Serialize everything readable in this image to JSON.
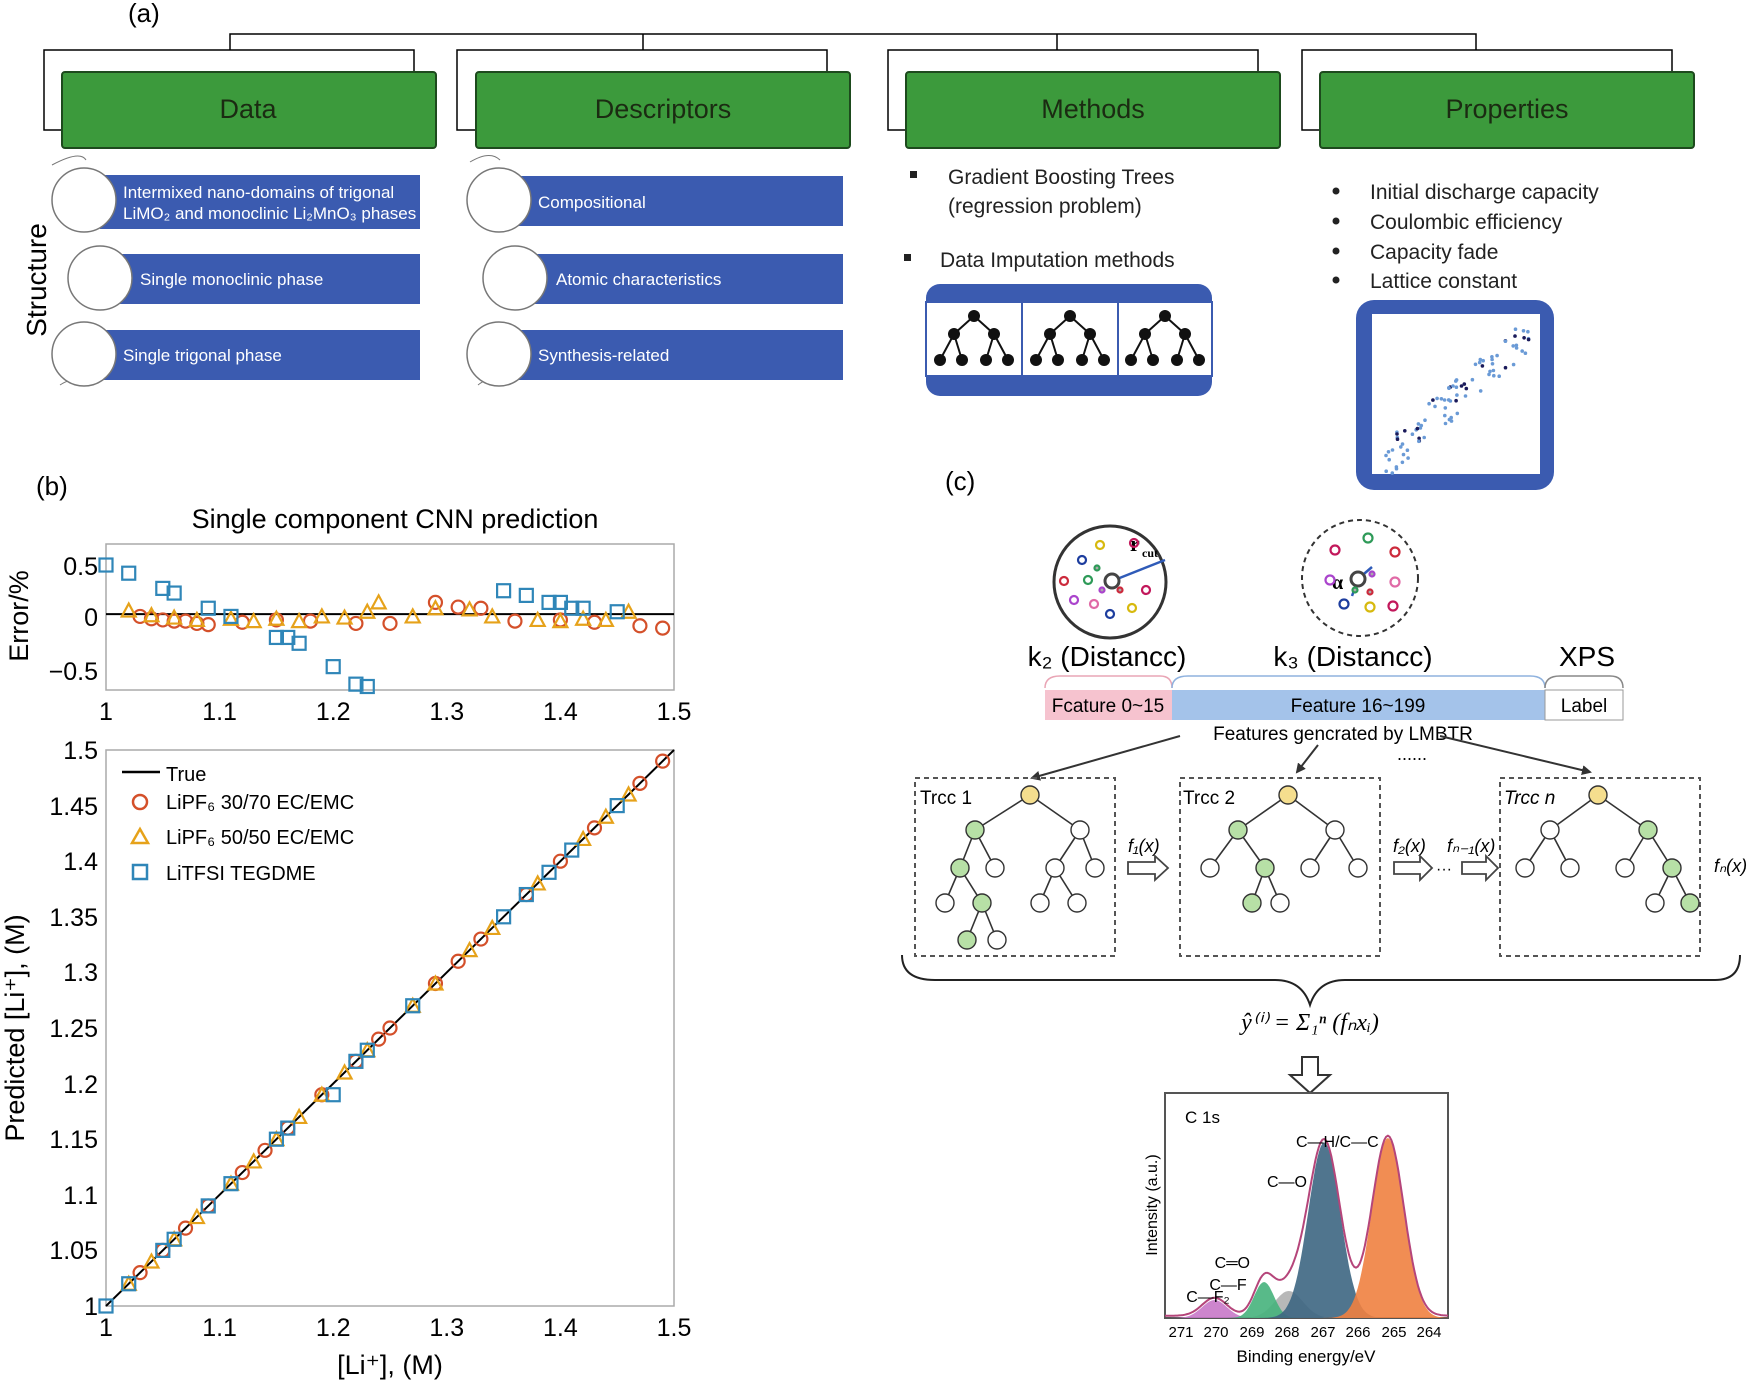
{
  "panel_labels": {
    "a": "(a)",
    "b": "(b)",
    "c": "(c)"
  },
  "panel_a": {
    "columns": [
      "Data",
      "Descriptors",
      "Methods",
      "Properties"
    ],
    "structure_label": "Structure",
    "data_items": [
      [
        "Intermixed nano-domains of trigonal",
        "LiMO₂ and monoclinic Li₂MnO₃ phases"
      ],
      [
        "Single monoclinic phase"
      ],
      [
        "Single trigonal phase"
      ]
    ],
    "descriptor_items": [
      "Compositional",
      "Atomic characteristics",
      "Synthesis-related"
    ],
    "methods": [
      [
        "Gradient Boosting Trees",
        "(regression problem)"
      ],
      [
        "Data Imputation methods"
      ]
    ],
    "properties": [
      "Initial discharge capacity",
      "Coulombic efficiency",
      "Capacity fade",
      "Lattice constant"
    ]
  },
  "panel_b": {
    "title": "Single component CNN prediction",
    "error_ylabel": "Error/%",
    "error_yticks": [
      "0.5",
      "0",
      "−0.5"
    ],
    "xticks": [
      "1",
      "1.1",
      "1.2",
      "1.3",
      "1.4",
      "1.5"
    ],
    "main_yticks": [
      "1.5",
      "1.45",
      "1.4",
      "1.35",
      "1.3",
      "1.25",
      "1.2",
      "1.15",
      "1.1",
      "1.05",
      "1"
    ],
    "ylabel": "Predicted [Li⁺], (M)",
    "xlabel": "[Li⁺], (M)",
    "legend": [
      "True",
      "LiPF₆ 30/70 EC/EMC",
      "LiPF₆ 50/50 EC/EMC",
      "LiTFSI TEGDME"
    ],
    "colors": {
      "circle": "#d4502a",
      "triangle": "#e6a21a",
      "square": "#2f86b8"
    }
  },
  "panel_c": {
    "k2_label": "k₂ (Distancc)",
    "k3_label": "k₃ (Distancc)",
    "xps_label": "XPS",
    "rcut": "r",
    "rcut_sub": "cut",
    "alpha": "α",
    "segments": [
      "Fcature 0~15",
      "Feature 16~199",
      "Label"
    ],
    "features_caption": "Features gencrated by LMBTR",
    "dots": "......",
    "trees": [
      "Trcc 1",
      "Trcc 2",
      "Trcc n"
    ],
    "f_labels": [
      "f₁(x)",
      "f₂(x)",
      "fₙ₋₁(x)",
      "fₙ(x)"
    ],
    "ellipsis": "···",
    "formula": "ŷ⁽ⁱ⁾ = Σ₁ⁿ (fₙxᵢ)",
    "xps_title": "C 1s",
    "xps_ylabel": "Intensity (a.u.)",
    "xps_xlabel": "Binding energy/eV",
    "xps_xticks": [
      "271",
      "270",
      "269",
      "268",
      "267",
      "266",
      "265",
      "264"
    ],
    "xps_peaks": [
      "C—F₂",
      "C—F",
      "C═O",
      "C—O",
      "C—H/C—C"
    ]
  },
  "chart_data": [
    {
      "type": "scatter",
      "title": "Single component CNN prediction",
      "xlabel": "",
      "ylabel": "Error/%",
      "xlim": [
        1,
        1.5
      ],
      "ylim": [
        -0.65,
        0.6
      ],
      "series": [
        {
          "name": "LiPF₆ 30/70 EC/EMC",
          "marker": "circle",
          "x": [
            1.03,
            1.04,
            1.05,
            1.06,
            1.07,
            1.08,
            1.09,
            1.12,
            1.15,
            1.18,
            1.22,
            1.25,
            1.29,
            1.31,
            1.33,
            1.36,
            1.4,
            1.43,
            1.47,
            1.49
          ],
          "y": [
            -0.02,
            -0.04,
            -0.05,
            -0.06,
            -0.06,
            -0.08,
            -0.09,
            -0.07,
            -0.05,
            -0.06,
            -0.08,
            -0.08,
            0.1,
            0.06,
            0.05,
            -0.06,
            -0.05,
            -0.07,
            -0.1,
            -0.12
          ]
        },
        {
          "name": "LiPF₆ 50/50 EC/EMC",
          "marker": "triangle",
          "x": [
            1.02,
            1.04,
            1.06,
            1.08,
            1.11,
            1.13,
            1.15,
            1.17,
            1.19,
            1.21,
            1.23,
            1.24,
            1.27,
            1.29,
            1.32,
            1.34,
            1.38,
            1.4,
            1.42,
            1.44,
            1.46
          ],
          "y": [
            0.03,
            -0.01,
            -0.03,
            -0.05,
            -0.04,
            -0.06,
            -0.04,
            -0.06,
            -0.02,
            -0.03,
            0.02,
            0.1,
            -0.02,
            0.05,
            0.04,
            -0.02,
            -0.05,
            -0.06,
            -0.04,
            -0.05,
            0.02
          ]
        },
        {
          "name": "LiTFSI TEGDME",
          "marker": "square",
          "x": [
            1.0,
            1.02,
            1.05,
            1.06,
            1.09,
            1.11,
            1.15,
            1.16,
            1.17,
            1.2,
            1.22,
            1.23,
            1.35,
            1.37,
            1.39,
            1.4,
            1.41,
            1.42,
            1.45
          ],
          "y": [
            0.42,
            0.35,
            0.22,
            0.18,
            0.05,
            -0.02,
            -0.2,
            -0.2,
            -0.25,
            -0.45,
            -0.6,
            -0.62,
            0.2,
            0.16,
            0.1,
            0.1,
            0.05,
            0.05,
            0.02
          ]
        }
      ]
    },
    {
      "type": "scatter",
      "title": "",
      "xlabel": "[Li⁺], (M)",
      "ylabel": "Predicted [Li⁺], (M)",
      "xlim": [
        1,
        1.5
      ],
      "ylim": [
        1,
        1.5
      ],
      "series": [
        {
          "name": "True",
          "marker": "line",
          "x": [
            1,
            1.5
          ],
          "y": [
            1,
            1.5
          ]
        },
        {
          "name": "LiPF₆ 30/70 EC/EMC",
          "marker": "circle",
          "x": [
            1.03,
            1.05,
            1.07,
            1.09,
            1.12,
            1.14,
            1.16,
            1.19,
            1.22,
            1.24,
            1.25,
            1.29,
            1.31,
            1.33,
            1.37,
            1.4,
            1.43,
            1.47,
            1.49
          ],
          "y": [
            1.03,
            1.05,
            1.07,
            1.09,
            1.12,
            1.14,
            1.16,
            1.19,
            1.22,
            1.24,
            1.25,
            1.29,
            1.31,
            1.33,
            1.37,
            1.4,
            1.43,
            1.47,
            1.49
          ]
        },
        {
          "name": "LiPF₆ 50/50 EC/EMC",
          "marker": "triangle",
          "x": [
            1.02,
            1.04,
            1.06,
            1.08,
            1.11,
            1.13,
            1.15,
            1.17,
            1.19,
            1.21,
            1.23,
            1.27,
            1.29,
            1.32,
            1.34,
            1.38,
            1.42,
            1.44,
            1.46
          ],
          "y": [
            1.02,
            1.04,
            1.06,
            1.08,
            1.11,
            1.13,
            1.15,
            1.17,
            1.19,
            1.21,
            1.23,
            1.27,
            1.29,
            1.32,
            1.34,
            1.38,
            1.42,
            1.44,
            1.46
          ]
        },
        {
          "name": "LiTFSI TEGDME",
          "marker": "square",
          "x": [
            1.0,
            1.02,
            1.05,
            1.06,
            1.09,
            1.11,
            1.15,
            1.16,
            1.2,
            1.22,
            1.23,
            1.27,
            1.35,
            1.37,
            1.39,
            1.41,
            1.45
          ],
          "y": [
            1.0,
            1.02,
            1.05,
            1.06,
            1.09,
            1.11,
            1.15,
            1.16,
            1.19,
            1.22,
            1.23,
            1.27,
            1.35,
            1.37,
            1.39,
            1.41,
            1.45
          ]
        }
      ]
    },
    {
      "type": "area",
      "title": "C 1s",
      "xlabel": "Binding energy/eV",
      "ylabel": "Intensity (a.u.)",
      "xlim": [
        271.5,
        263.5
      ],
      "x_reversed": true,
      "series": [
        {
          "name": "C—F₂",
          "center": 270.1,
          "height": 0.08,
          "width": 0.35,
          "color": "#c878c8"
        },
        {
          "name": "C—F",
          "center": 268.7,
          "height": 0.16,
          "width": 0.28,
          "color": "#46b37c"
        },
        {
          "name": "C—O",
          "center": 267.0,
          "height": 0.78,
          "width": 0.45,
          "color": "#3d6682"
        },
        {
          "name": "C—H/C—C",
          "center": 265.2,
          "height": 0.8,
          "width": 0.45,
          "color": "#ef8140"
        }
      ]
    }
  ]
}
